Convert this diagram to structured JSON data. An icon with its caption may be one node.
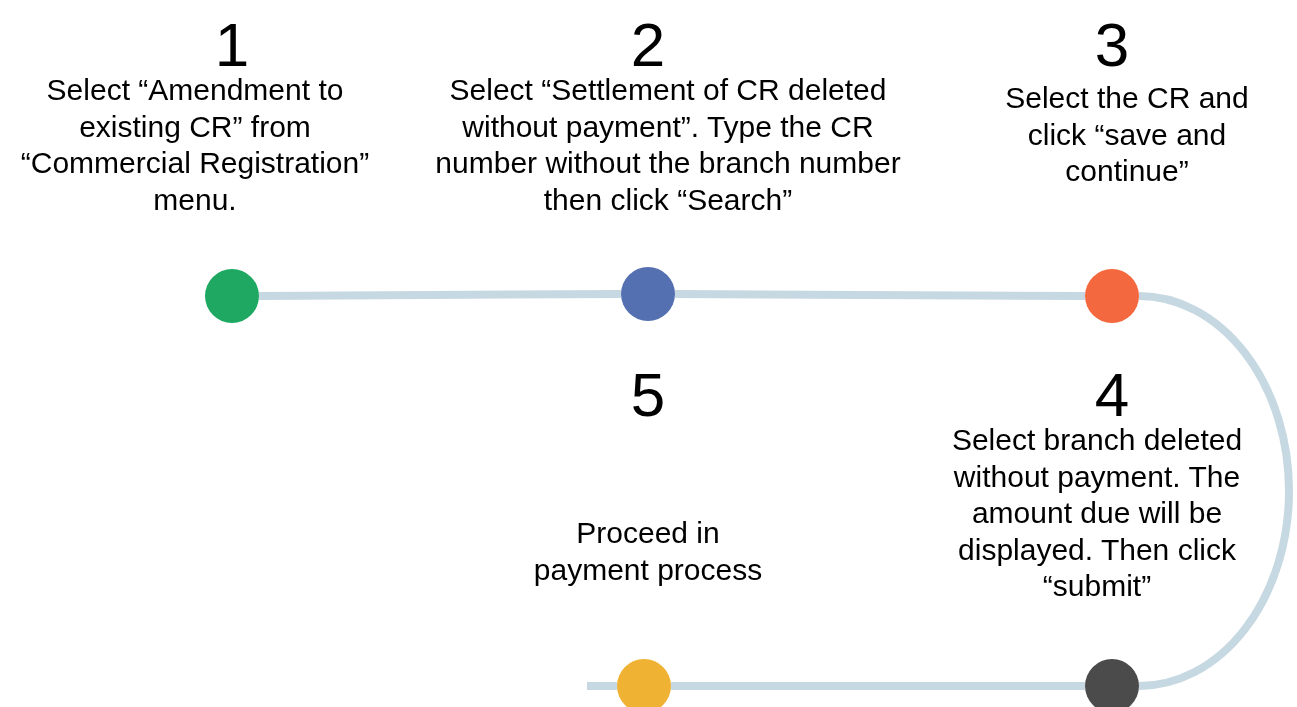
{
  "diagram": {
    "nodes": [
      {
        "text": [],
        "shape": "circle",
        "beside": [
          "1",
          "Select “Amendment to existing CR” from “Commercial Registration” menu."
        ]
      },
      {
        "text": [],
        "shape": "circle",
        "beside": [
          "2",
          "Select “Settlement of CR deleted without payment”. Type the CR number without the branch number then click “Search”"
        ]
      },
      {
        "text": [],
        "shape": "circle",
        "beside": [
          "3",
          "Select the CR and click “save and continue”"
        ]
      },
      {
        "text": [],
        "shape": "circle",
        "beside": [
          "4",
          "Select branch deleted without payment. The amount due will be displayed. Then click “submit”"
        ]
      },
      {
        "text": [],
        "shape": "circle",
        "beside": [
          "Proceed in payment process"
        ]
      }
    ],
    "labels": [
      "5"
    ],
    "edges": [
      {
        "from": 0,
        "to": 1,
        "arrow": "none"
      },
      {
        "from": 1,
        "to": 2,
        "arrow": "none"
      },
      {
        "from": 2,
        "to": 3,
        "arrow": "none"
      },
      {
        "from": 3,
        "to": 4,
        "arrow": "none"
      },
      {
        "from": 4,
        "to": null,
        "arrow": "none"
      }
    ]
  }
}
